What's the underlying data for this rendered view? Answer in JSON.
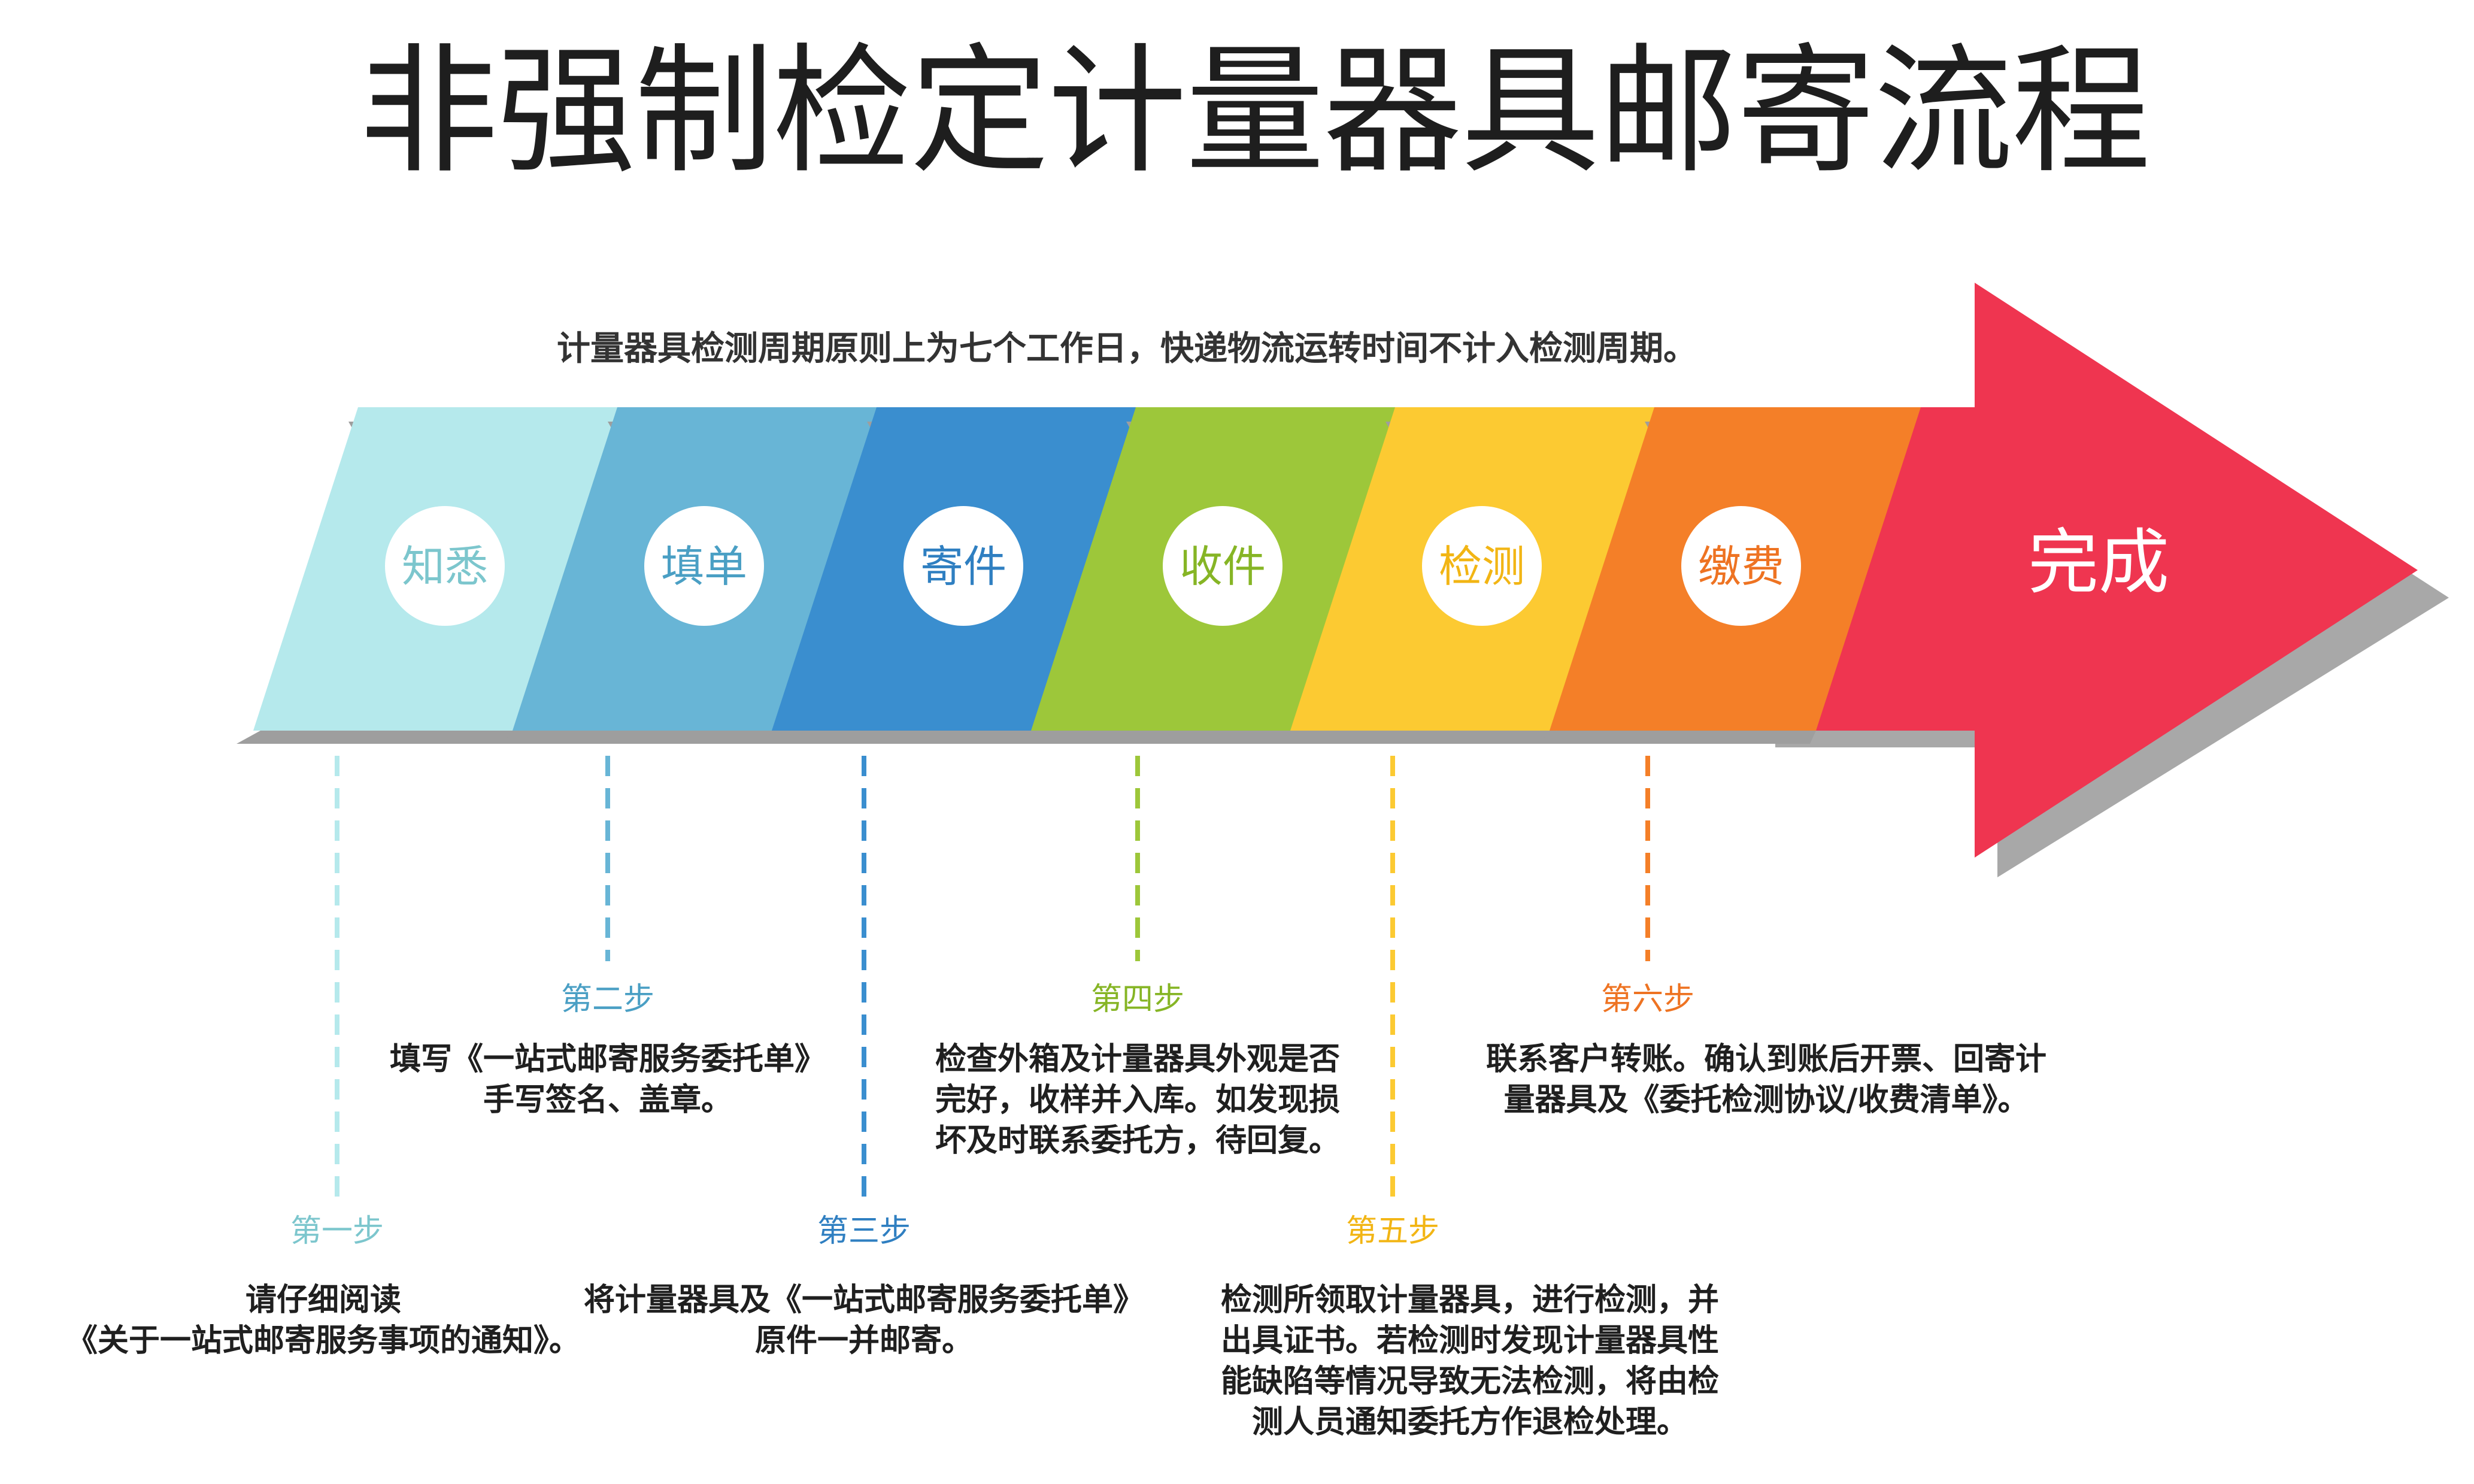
{
  "title": "非强制检定计量器具邮寄流程",
  "subtitle": "计量器具检测周期原则上为七个工作日，快递物流运转时间不计入检测周期。",
  "finish": {
    "label": "完成",
    "color": "#ef3550"
  },
  "stages": [
    {
      "label": "知悉",
      "color": "#b5e9ec",
      "text_color": "#7cc6cd"
    },
    {
      "label": "填单",
      "color": "#68b5d6",
      "text_color": "#4a9fc4"
    },
    {
      "label": "寄件",
      "color": "#3a8ecf",
      "text_color": "#2f7fc1"
    },
    {
      "label": "收件",
      "color": "#9dc73a",
      "text_color": "#86b525"
    },
    {
      "label": "检测",
      "color": "#fcca32",
      "text_color": "#f2b514"
    },
    {
      "label": "缴费",
      "color": "#f47f28",
      "text_color": "#ee7322"
    }
  ],
  "steps": [
    {
      "label": "第一步",
      "lines": [
        "请仔细阅读",
        "《关于一站式邮寄服务事项的通知》。"
      ]
    },
    {
      "label": "第二步",
      "lines": [
        "填写《一站式邮寄服务委托单》",
        "手写签名、盖章。"
      ]
    },
    {
      "label": "第三步",
      "lines": [
        "将计量器具及《一站式邮寄服务委托单》",
        "原件一并邮寄。"
      ]
    },
    {
      "label": "第四步",
      "lines": [
        "检查外箱及计量器具外观是否",
        "完好，收样并入库。如发现损",
        "坏及时联系委托方，待回复。"
      ]
    },
    {
      "label": "第五步",
      "lines": [
        "检测所领取计量器具，进行检测，并",
        "出具证书。若检测时发现计量器具性",
        "能缺陷等情况导致无法检测，将由检",
        "测人员通知委托方作退检处理。"
      ]
    },
    {
      "label": "第六步",
      "lines": [
        "联系客户转账。确认到账后开票、回寄计",
        "量器具及《委托检测协议/收费清单》。"
      ]
    }
  ]
}
